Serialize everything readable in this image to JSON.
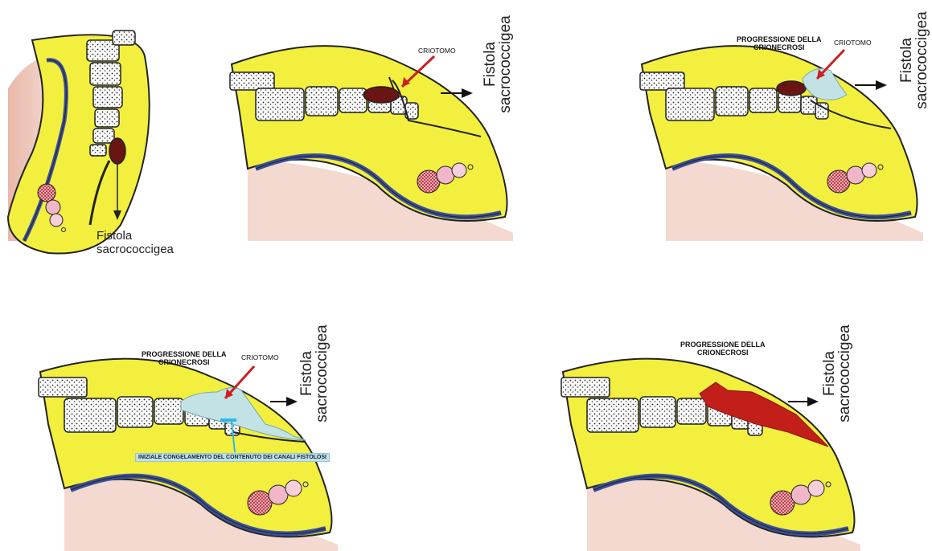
{
  "panel1": {
    "label_line1": "Fistola",
    "label_line2": "sacrococcigea"
  },
  "panel2": {
    "criotomo": "CRIOTOMO",
    "vertical_line1": "Fistola",
    "vertical_line2": "sacrococcigea"
  },
  "panel3": {
    "progressione_line1": "PROGRESSIONE DELLA",
    "progressione_line2": "CRIONECROSI",
    "criotomo": "CRIOTOMO",
    "vertical_line1": "Fistola",
    "vertical_line2": "sacrococcigea"
  },
  "panel4": {
    "progressione_line1": "PROGRESSIONE DELLA",
    "progressione_line2": "CRIONECROSI",
    "criotomo": "CRIOTOMO",
    "iniziale": "INIZIALE CONGELAMENTO DEL CONTENUTO DEI CANALI FISTOLOSI",
    "vertical_line1": "Fistola",
    "vertical_line2": "sacrococcigea"
  },
  "panel5": {
    "progressione_line1": "PROGRESSIONE DELLA",
    "progressione_line2": "CRIONECROSI",
    "vertical_line1": "Fistola",
    "vertical_line2": "sacrococcigea"
  },
  "colors": {
    "tissue": "#f2ef3f",
    "skin": "#f3d9d0",
    "canal": "#3a4f9a",
    "lesion": "#6b1414",
    "arrow": "#cc1f1f",
    "freeze": "#c3e2e6",
    "necrosis": "#c21f1a"
  }
}
